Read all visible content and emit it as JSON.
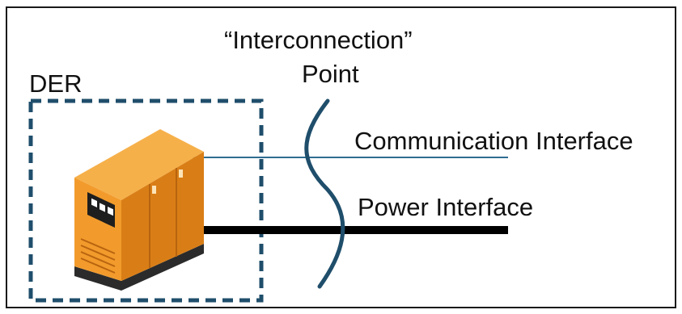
{
  "labels": {
    "interconnection_line1": "“Interconnection”",
    "interconnection_line2": "Point",
    "der": "DER",
    "communication_interface": "Communication Interface",
    "power_interface": "Power Interface"
  },
  "colors": {
    "frame": "#1a1a1a",
    "der_box": "#1f4e6b",
    "communication_line": "#2f6d92",
    "power_line": "#000000",
    "interconnection_curve": "#1f4e6b",
    "generator_body": "#f29b2c",
    "generator_dark": "#c66d10"
  },
  "icons": {
    "generator": "generator-icon"
  }
}
